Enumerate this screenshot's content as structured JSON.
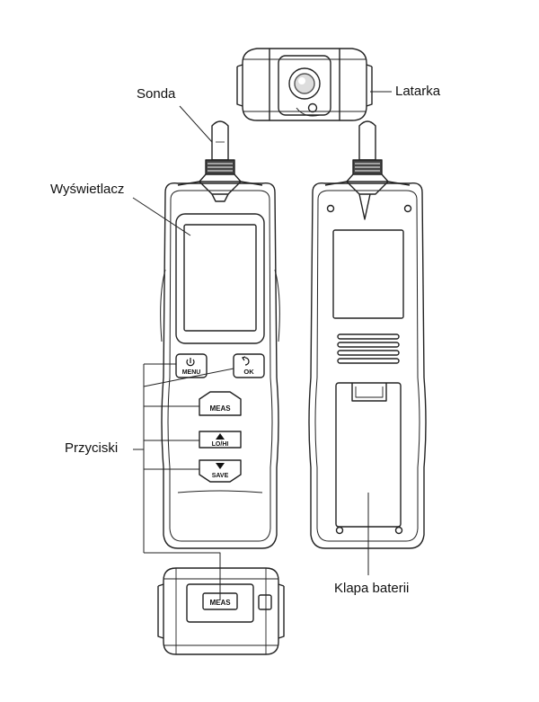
{
  "labels": {
    "sonda": "Sonda",
    "latarka": "Latarka",
    "wyswietlacz": "Wyświetlacz",
    "przyciski": "Przyciski",
    "klapa_baterii": "Klapa baterii"
  },
  "buttons": {
    "menu": "MENU",
    "ok": "OK",
    "meas": "MEAS",
    "lohi": "LO/HI",
    "save": "SAVE",
    "meas_bottom": "MEAS"
  },
  "icons": {
    "power": "power-icon",
    "refresh": "refresh-icon",
    "up": "triangle-up-icon",
    "down": "triangle-down-icon"
  }
}
